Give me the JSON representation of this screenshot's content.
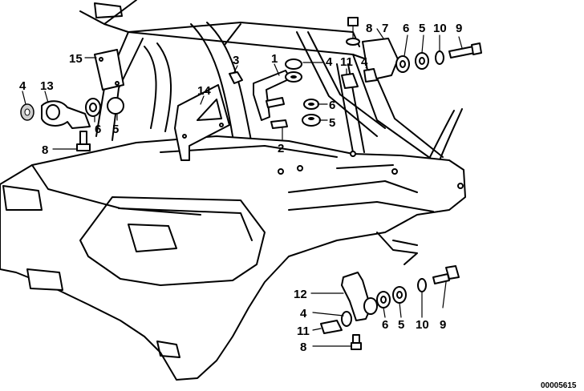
{
  "diagram": {
    "callouts": [
      {
        "id": "c15a",
        "text": "15"
      },
      {
        "id": "c4a",
        "text": "4"
      },
      {
        "id": "c13",
        "text": "13"
      },
      {
        "id": "c6a",
        "text": "6"
      },
      {
        "id": "c5a",
        "text": "5"
      },
      {
        "id": "c8a",
        "text": "8"
      },
      {
        "id": "c14",
        "text": "14"
      },
      {
        "id": "c3",
        "text": "3"
      },
      {
        "id": "c1",
        "text": "1"
      },
      {
        "id": "c4b",
        "text": "4"
      },
      {
        "id": "c6b",
        "text": "6"
      },
      {
        "id": "c5b",
        "text": "5"
      },
      {
        "id": "c2",
        "text": "2"
      },
      {
        "id": "c8b",
        "text": "8"
      },
      {
        "id": "c7",
        "text": "7"
      },
      {
        "id": "c6c",
        "text": "6"
      },
      {
        "id": "c5c",
        "text": "5"
      },
      {
        "id": "c10a",
        "text": "10"
      },
      {
        "id": "c9a",
        "text": "9"
      },
      {
        "id": "c11a",
        "text": "11"
      },
      {
        "id": "c4c",
        "text": "4"
      },
      {
        "id": "c12",
        "text": "12"
      },
      {
        "id": "c4d",
        "text": "4"
      },
      {
        "id": "c11b",
        "text": "11"
      },
      {
        "id": "c8c",
        "text": "8"
      },
      {
        "id": "c6d",
        "text": "6"
      },
      {
        "id": "c5d",
        "text": "5"
      },
      {
        "id": "c10b",
        "text": "10"
      },
      {
        "id": "c9b",
        "text": "9"
      }
    ],
    "reference_code": "00005615"
  }
}
